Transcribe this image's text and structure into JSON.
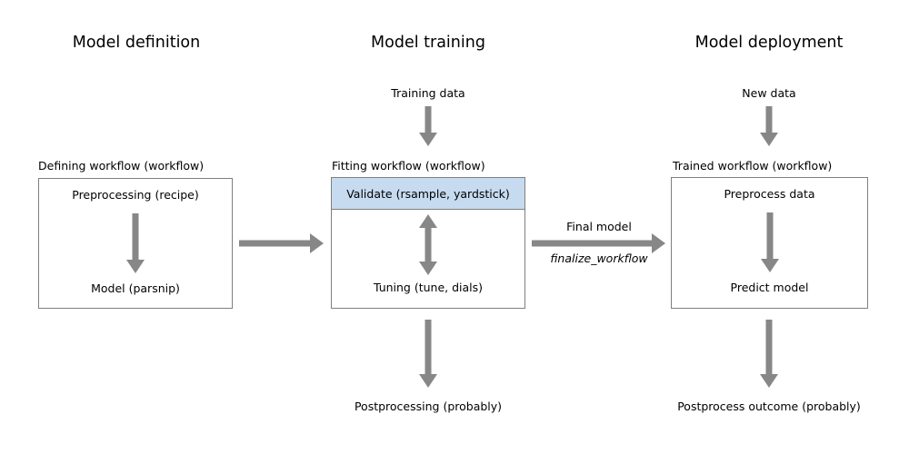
{
  "diagram": {
    "colors": {
      "arrow": "#878787",
      "box_border": "#7f7f7f",
      "highlight_fill": "#c6dbef",
      "background": "#ffffff",
      "text": "#000000"
    },
    "columns": [
      {
        "title": "Model definition",
        "box_label": "Defining workflow (workflow)",
        "box_top": "Preprocessing (recipe)",
        "box_bottom": "Model (parsnip)"
      },
      {
        "title": "Model training",
        "input": "Training data",
        "box_label": "Fitting workflow (workflow)",
        "box_top": "Validate (rsample, yardstick)",
        "box_bottom": "Tuning (tune, dials)",
        "output": "Postprocessing (probably)"
      },
      {
        "title": "Model deployment",
        "input": "New data",
        "box_label": "Trained workflow (workflow)",
        "box_top": "Preprocess data",
        "box_bottom": "Predict model",
        "output": "Postprocess outcome (probably)"
      }
    ],
    "final_model_arrow": {
      "label_top": "Final model",
      "label_bottom": "finalize_workflow"
    }
  }
}
